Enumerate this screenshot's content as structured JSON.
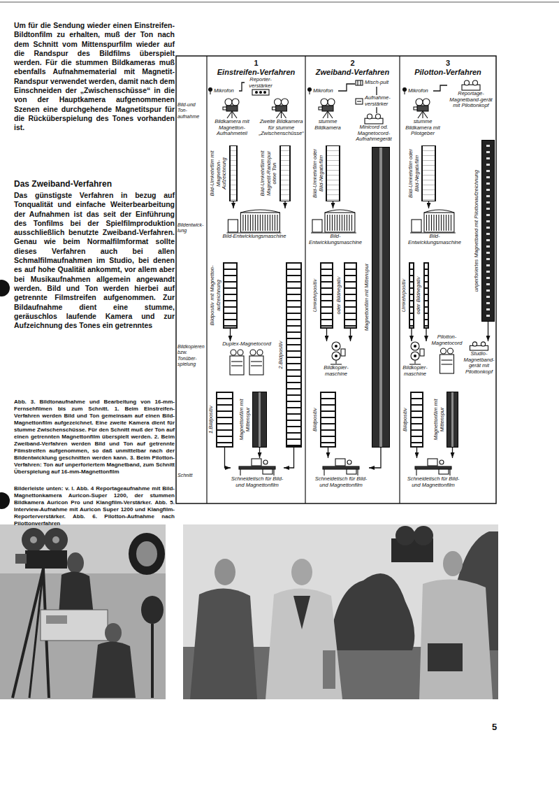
{
  "diagram": {
    "caption": "Abb. 3. Bildtonaufnahme und Bearbeitung von 16-mm-Fernsehfilmen bis zum Schnitt. 1. Beim Einstreifen-Verfahren werden Bild und Ton gemeinsam auf einen Bild-Magnettonfilm aufgezeichnet. Eine zweite Kamera dient für stumme Zwischenschüsse. Für den Schnitt muß der Ton auf einen getrennten Magnettonfilm überspielt werden. 2. Beim Zweiband-Verfahren werden Bild und Ton auf getrennte Filmstreifen aufgenommen, so daß unmittelbar nach der Bildentwicklung geschnitten werden kann. 3. Beim Pilotton-Verfahren: Ton auf unperforiertem Magnetband, zum Schnitt Überspielung auf 16-mm-Magnettonfilm",
    "nodes": [
      {
        "text": [
          "1",
          "Einstreifen-Verfahren"
        ]
      },
      {
        "text": [
          "Mikrofon"
        ],
        "in": 0
      },
      {
        "text": [
          "Reporter-verstärker"
        ],
        "in": 0
      },
      {
        "text": [
          "Bildkamera mit Magnetton-Aufnahmeteil"
        ],
        "in": 0
      },
      {
        "text": [
          "Zweite Bildkamera für stumme „Zwischenschüsse“"
        ],
        "in": 0
      },
      {
        "text": [
          "Bild-Umkehrfilm mit Magnetton-Aufzeichnung"
        ],
        "in": 0
      },
      {
        "text": [
          "Bild-Umkehrfilm mit Magnetit-Randspur ohne Ton"
        ],
        "in": 0
      },
      {
        "text": [
          "Bild-Entwicklungsmaschine"
        ],
        "in": 0
      },
      {
        "text": [
          "Bildpositiv mit Magnetton-aufzeichnung"
        ],
        "in": 0
      },
      {
        "text": [
          "2.Bildpositiv"
        ],
        "in": 0
      },
      {
        "text": [
          "Duplex-Magnetocord"
        ],
        "in": 0
      },
      {
        "text": [
          "1.Bildpositiv"
        ],
        "in": 0
      },
      {
        "text": [
          "Magnettonfilm mit Mittenspur"
        ],
        "in": 0
      },
      {
        "text": [
          "Schneidetisch für Bild-und Magnettonfilm"
        ],
        "in": 0
      },
      {
        "text": [
          "2",
          "Zweiband-Verfahren"
        ]
      },
      {
        "text": [
          "Mikrofon"
        ],
        "in": 14
      },
      {
        "text": [
          "Misch-pult"
        ],
        "in": 14
      },
      {
        "text": [
          "Aufnahme-verstärker"
        ],
        "in": 14
      },
      {
        "text": [
          "stumme Bildkamera"
        ],
        "in": 14
      },
      {
        "text": [
          "Minicord od. Magnetocord-Aufnahmegerät"
        ],
        "in": 14
      },
      {
        "text": [
          "Bild-Umkehrfilm oder Bild-Negativfilm"
        ],
        "in": 14
      },
      {
        "text": [
          "Magnettonfilm mit Mittenspur"
        ],
        "in": 14
      },
      {
        "text": [
          "Bild-Entwicklungsmaschine"
        ],
        "in": 14
      },
      {
        "text": [
          "Umkehrpositiv"
        ],
        "in": 14
      },
      {
        "text": [
          "oder Bildnegativ"
        ],
        "in": 14
      },
      {
        "text": [
          "Bildkopier-maschine"
        ],
        "in": 14
      },
      {
        "text": [
          "Bildpositiv"
        ],
        "in": 14
      },
      {
        "text": [
          "Schneidetisch für Bild-und Magnettonfilm"
        ],
        "in": 14
      },
      {
        "text": [
          "3",
          "Pilotton-Verfahren"
        ]
      },
      {
        "text": [
          "Mikrofon"
        ],
        "in": 28
      },
      {
        "text": [
          "Reportage-Magnetband-gerät mit Pilottonkopf"
        ],
        "in": 28
      },
      {
        "text": [
          "stumme Bildkamera mit Pilotgeber"
        ],
        "in": 28
      },
      {
        "text": [
          "Bild-Umkehrfilm oder Bild-Negativfilm"
        ],
        "in": 28
      },
      {
        "text": [
          "unperforiertes Magnetband mit Pilottonaufzeichnung"
        ],
        "in": 28
      },
      {
        "text": [
          "Bild-Entwicklungsmaschine"
        ],
        "in": 28
      },
      {
        "text": [
          "Umkehrpositiv"
        ],
        "in": 28
      },
      {
        "text": [
          "oder Bildnegativ"
        ],
        "in": 28
      },
      {
        "text": [
          "Bildkopier-maschine"
        ],
        "in": 28
      },
      {
        "text": [
          "Pilotton-Magnetocord"
        ],
        "in": 28
      },
      {
        "text": [
          "Studio-Magnetband-gerät mit Pilottonkopf"
        ],
        "in": 28
      },
      {
        "text": [
          "Bildpositiv"
        ],
        "in": 28
      },
      {
        "text": [
          "Magnettonfilm mit Mittenspur"
        ],
        "in": 28
      },
      {
        "text": [
          "Schneidetisch für Bild-und Magnettonfilm"
        ],
        "in": 28
      }
    ],
    "edges": [
      {
        "from": 1,
        "to": 2,
        "arrow": "none"
      },
      {
        "from": 5,
        "to": 7,
        "arrow": "to"
      },
      {
        "from": 6,
        "to": 7,
        "arrow": "to"
      },
      {
        "from": 8,
        "to": 10,
        "arrow": "to"
      },
      {
        "from": 9,
        "to": 13,
        "arrow": "to"
      },
      {
        "from": 11,
        "to": 13,
        "arrow": "to"
      },
      {
        "from": 12,
        "to": 13,
        "arrow": "to"
      },
      {
        "from": 15,
        "to": 16,
        "arrow": "none"
      },
      {
        "from": 16,
        "to": 17,
        "arrow": "none"
      },
      {
        "from": 17,
        "to": 19,
        "arrow": "none"
      },
      {
        "from": 20,
        "to": 22,
        "arrow": "to"
      },
      {
        "from": 23,
        "to": 25,
        "arrow": "to"
      },
      {
        "from": 24,
        "to": 25,
        "arrow": "to"
      },
      {
        "from": 26,
        "to": 27,
        "arrow": "to"
      },
      {
        "from": 21,
        "to": 27,
        "arrow": "to"
      },
      {
        "from": 29,
        "to": 30,
        "arrow": "none"
      },
      {
        "from": 32,
        "to": 34,
        "arrow": "to"
      },
      {
        "from": 35,
        "to": 37,
        "arrow": "to"
      },
      {
        "from": 36,
        "to": 37,
        "arrow": "to"
      },
      {
        "from": 33,
        "to": 39,
        "arrow": "to"
      },
      {
        "from": 40,
        "to": 42,
        "arrow": "to"
      },
      {
        "from": 41,
        "to": 42,
        "arrow": "to"
      }
    ],
    "labels": [
      "Um für die Sendung wieder einen Einstreifen-Bildtonfilm zu erhalten, muß der Ton nach dem Schnitt vom Mittenspurfilm wieder auf die Randspur des Bildfilms überspielt werden. Für die stummen Bildkameras muß ebenfalls Aufnahmematerial mit Magnetit-Randspur verwendet werden, damit nach dem Einschneiden der „Zwischenschüsse“ in die von der Hauptkamera aufgenommenen Szenen eine durchgehende Magnetitspur für die Rücküberspielung des Tones vorhanden ist.",
      "Das Zweiband-Verfahren",
      "Das günstigste Verfahren in bezug auf Tonqualität und einfache Weiterbearbeitung der Aufnahmen ist das seit der Einführung des Tonfilms bei der Spielfilmproduktion ausschließlich benutzte Zweiband-Verfahren. Genau wie beim Normalfilmformat sollte dieses Verfahren auch bei allen Schmalfilmaufnahmen im Studio, bei denen es auf hohe Qualität ankommt, vor allem aber bei Musikaufnahmen allgemein angewandt werden. Bild und Ton werden hierbei auf getrennte Filmstreifen aufgenommen. Zur Bildaufnahme dient eine stumme, geräuschlos laufende Kamera und zur Aufzeichnung des Tones ein getrenntes",
      "Bilderleiste unten: v. l. Abb. 4 Reportageaufnahme mit Bild-Magnettonkamera Auricon-Super 1200, der stummen Bildkamera Auricon Pro und Klangfilm-Verstärker. Abb. 5. Interview-Aufnahme mit Auricon Super 1200 und Klangfilm-Reporterverstärker. Abb. 6. Pilotton-Aufnahme nach Pilottonverfahren",
      "Bild-und Ton-aufnahme",
      "Bildentwick-lung",
      "Bildkopieren bzw. Tonüber-spielung",
      "Schnitt",
      "5"
    ]
  }
}
